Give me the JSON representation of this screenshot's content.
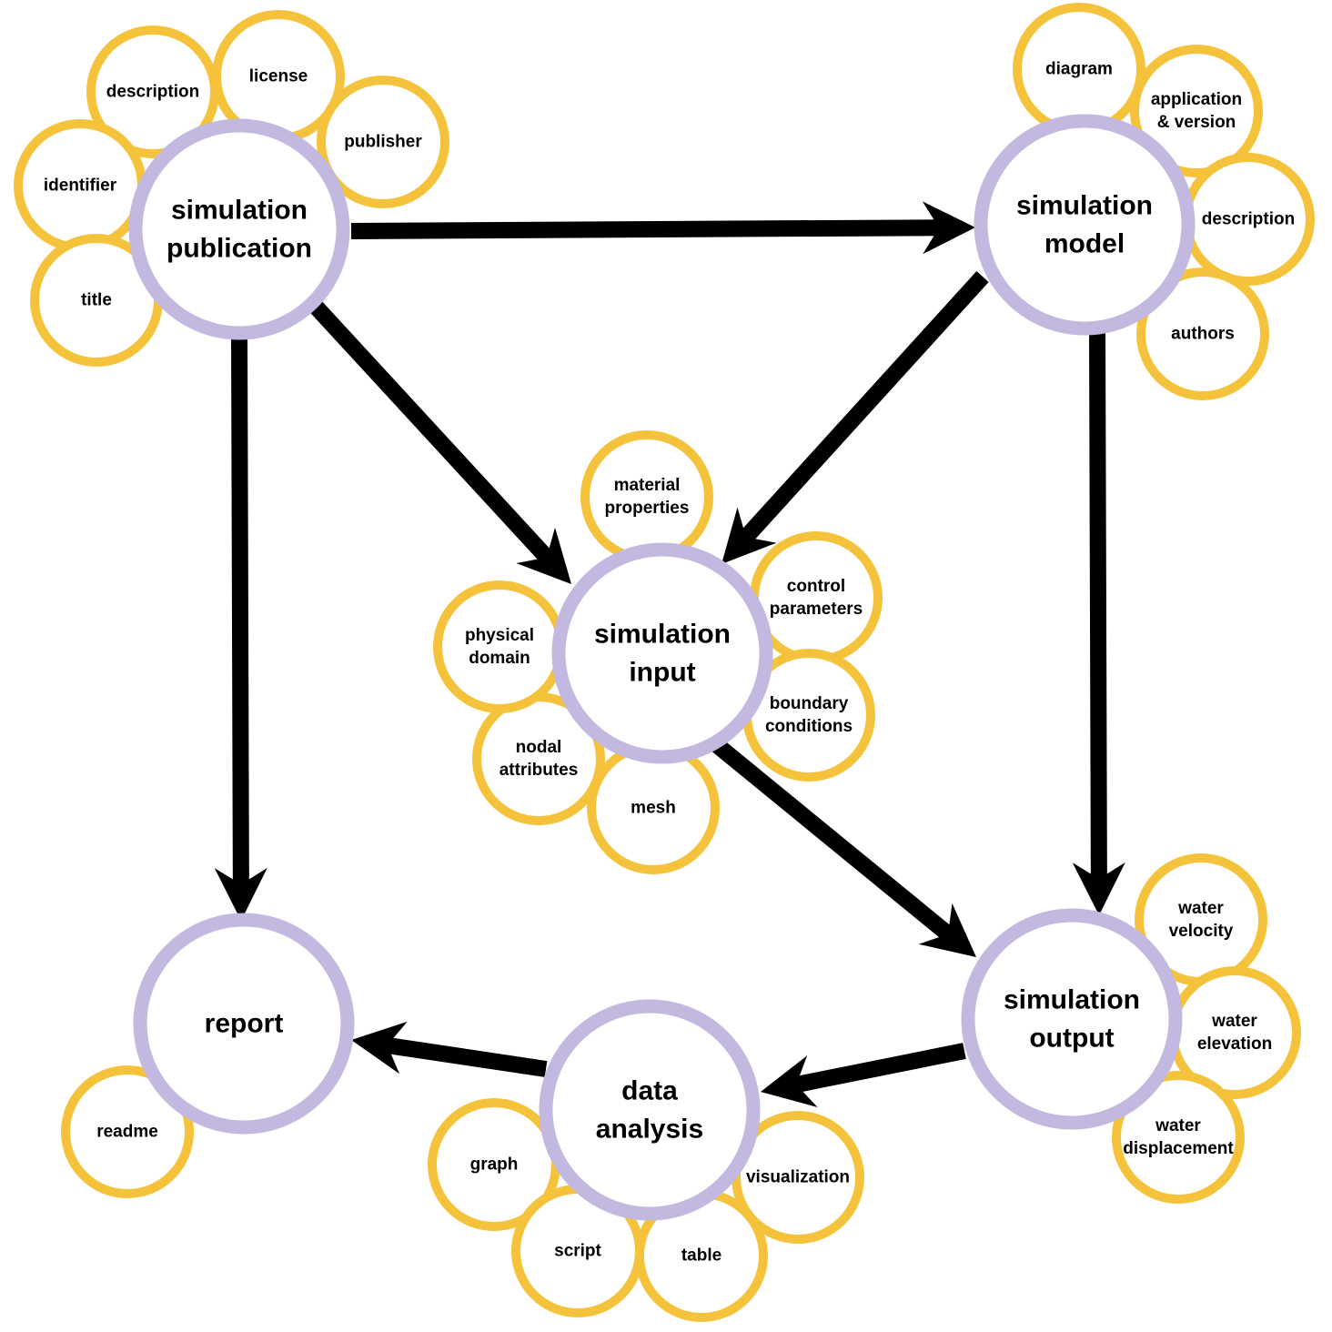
{
  "colors": {
    "main_stroke": "#c3b8e0",
    "attr_stroke": "#f5c33b",
    "arrow": "#000000",
    "text": "#000000",
    "background": "#ffffff"
  },
  "nodes": {
    "publication": {
      "lines": [
        "simulation",
        "publication"
      ],
      "attributes": {
        "description": [
          "description"
        ],
        "license": [
          "license"
        ],
        "publisher": [
          "publisher"
        ],
        "identifier": [
          "identifier"
        ],
        "title": [
          "title"
        ]
      }
    },
    "model": {
      "lines": [
        "simulation",
        "model"
      ],
      "attributes": {
        "diagram": [
          "diagram"
        ],
        "application_version": [
          "application",
          "& version"
        ],
        "description": [
          "description"
        ],
        "authors": [
          "authors"
        ]
      }
    },
    "input": {
      "lines": [
        "simulation",
        "input"
      ],
      "attributes": {
        "material_properties": [
          "material",
          "properties"
        ],
        "control_parameters": [
          "control",
          "parameters"
        ],
        "boundary_conditions": [
          "boundary",
          "conditions"
        ],
        "mesh": [
          "mesh"
        ],
        "nodal_attributes": [
          "nodal",
          "attributes"
        ],
        "physical_domain": [
          "physical",
          "domain"
        ]
      }
    },
    "output": {
      "lines": [
        "simulation",
        "output"
      ],
      "attributes": {
        "water_velocity": [
          "water",
          "velocity"
        ],
        "water_elevation": [
          "water",
          "elevation"
        ],
        "water_displacement": [
          "water",
          "displacement"
        ]
      }
    },
    "analysis": {
      "lines": [
        "data",
        "analysis"
      ],
      "attributes": {
        "graph": [
          "graph"
        ],
        "script": [
          "script"
        ],
        "table": [
          "table"
        ],
        "visualization": [
          "visualization"
        ]
      }
    },
    "report": {
      "lines": [
        "report"
      ],
      "attributes": {
        "readme": [
          "readme"
        ]
      }
    }
  },
  "edges": [
    {
      "from": "publication",
      "to": "model"
    },
    {
      "from": "publication",
      "to": "input"
    },
    {
      "from": "publication",
      "to": "report"
    },
    {
      "from": "model",
      "to": "input"
    },
    {
      "from": "model",
      "to": "output"
    },
    {
      "from": "input",
      "to": "output"
    },
    {
      "from": "output",
      "to": "analysis"
    },
    {
      "from": "analysis",
      "to": "report"
    }
  ]
}
